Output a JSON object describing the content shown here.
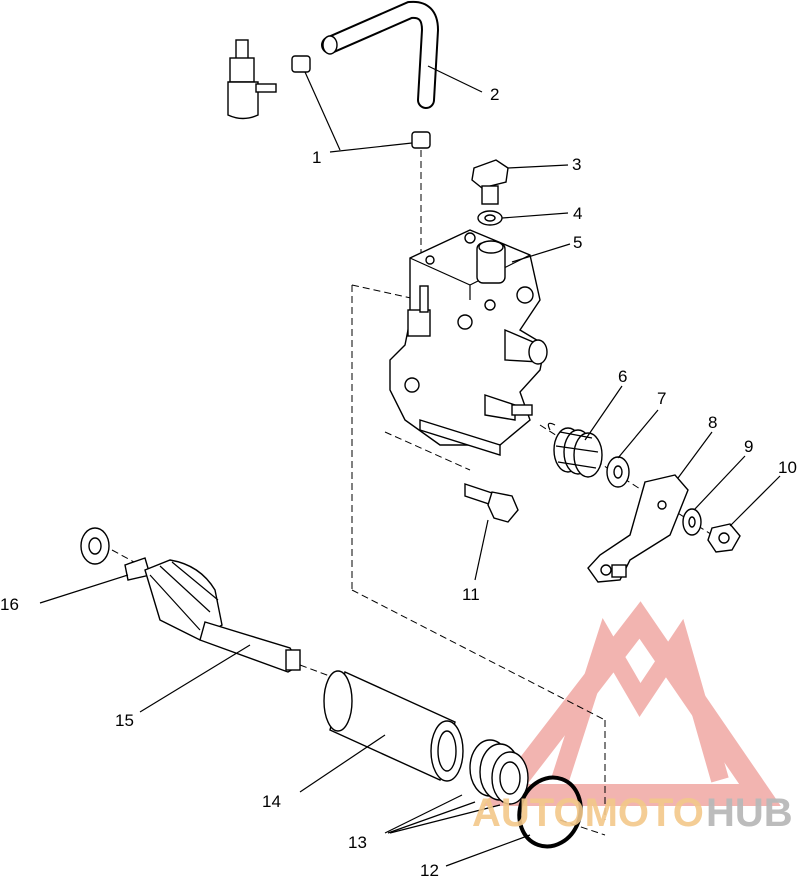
{
  "callouts": [
    {
      "id": "1",
      "text": "1"
    },
    {
      "id": "2",
      "text": "2"
    },
    {
      "id": "3",
      "text": "3"
    },
    {
      "id": "4",
      "text": "4"
    },
    {
      "id": "5",
      "text": "5"
    },
    {
      "id": "6",
      "text": "6"
    },
    {
      "id": "7",
      "text": "7"
    },
    {
      "id": "8",
      "text": "8"
    },
    {
      "id": "9",
      "text": "9"
    },
    {
      "id": "10",
      "text": "10"
    },
    {
      "id": "11",
      "text": "11"
    },
    {
      "id": "12",
      "text": "12"
    },
    {
      "id": "13",
      "text": "13"
    },
    {
      "id": "14",
      "text": "14"
    },
    {
      "id": "15",
      "text": "15"
    },
    {
      "id": "16",
      "text": "16"
    }
  ],
  "watermark": {
    "part1": "AUTOMOTO",
    "part2": "HUB",
    "color_primary": "#f0a7a3",
    "color_secondary": "#f3c88a",
    "color_hub": "#b9b9b9"
  }
}
